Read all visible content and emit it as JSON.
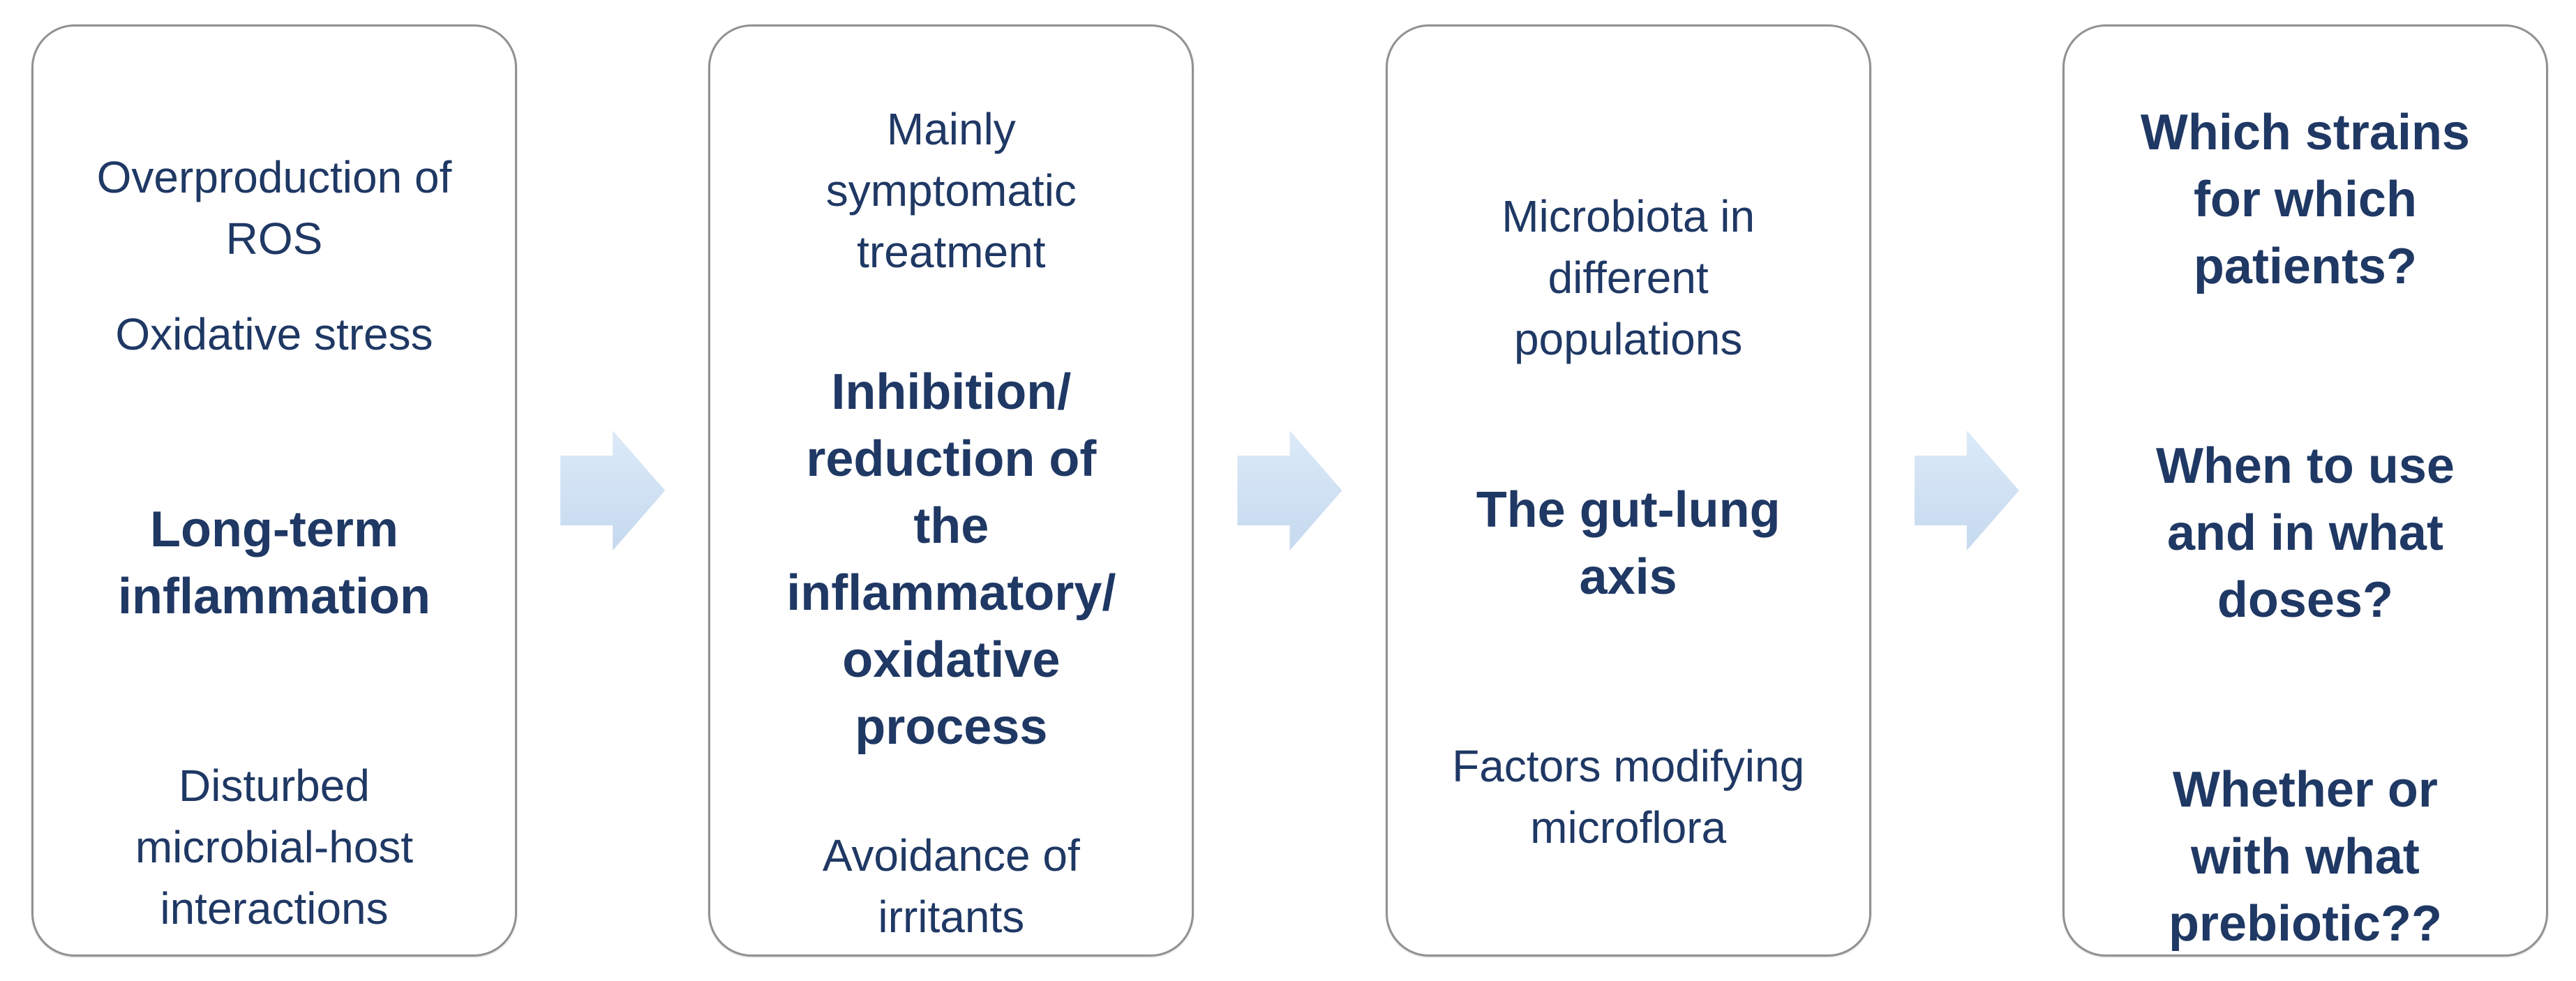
{
  "diagram": {
    "text_color": "#1f3864",
    "box_border_color": "#919191",
    "box_background": "#ffffff",
    "arrow_gradient_top": "#dceaf8",
    "arrow_gradient_bottom": "#c5d9ef",
    "arrows": [
      {
        "icon": "right-arrow-icon"
      },
      {
        "icon": "right-arrow-icon"
      },
      {
        "icon": "right-arrow-icon"
      }
    ],
    "boxes": [
      {
        "name": "pathophysiology",
        "paragraphs": [
          {
            "style": "regular",
            "lines": [
              "Overproduction of",
              "ROS"
            ]
          },
          {
            "style": "regular",
            "lines": [
              "Oxidative stress"
            ]
          },
          {
            "style": "bold",
            "lines": [
              "Long-term",
              "inflammation"
            ]
          },
          {
            "style": "regular",
            "lines": [
              "Disturbed",
              "microbial-host",
              "interactions"
            ]
          }
        ]
      },
      {
        "name": "current-treatment",
        "paragraphs": [
          {
            "style": "regular",
            "lines": [
              "Mainly",
              "symptomatic",
              "treatment"
            ]
          },
          {
            "style": "bold",
            "lines": [
              "Inhibition/",
              "reduction of",
              "the",
              "inflammatory/",
              "oxidative",
              "process"
            ]
          },
          {
            "style": "regular",
            "lines": [
              "Avoidance of",
              "irritants"
            ]
          }
        ]
      },
      {
        "name": "microbiota-research",
        "paragraphs": [
          {
            "style": "regular",
            "lines": [
              "Microbiota in",
              "different",
              "populations"
            ]
          },
          {
            "style": "bold",
            "lines": [
              "The gut-lung",
              "axis"
            ]
          },
          {
            "style": "regular",
            "lines": [
              "Factors modifying",
              "microflora"
            ]
          }
        ]
      },
      {
        "name": "open-questions",
        "paragraphs": [
          {
            "style": "bold",
            "lines": [
              "Which strains",
              "for which",
              "patients?"
            ]
          },
          {
            "style": "bold",
            "lines": [
              "When to use",
              "and in what",
              "doses?"
            ]
          },
          {
            "style": "bold",
            "lines": [
              "Whether or",
              "with what",
              "prebiotic??"
            ]
          }
        ]
      }
    ]
  }
}
